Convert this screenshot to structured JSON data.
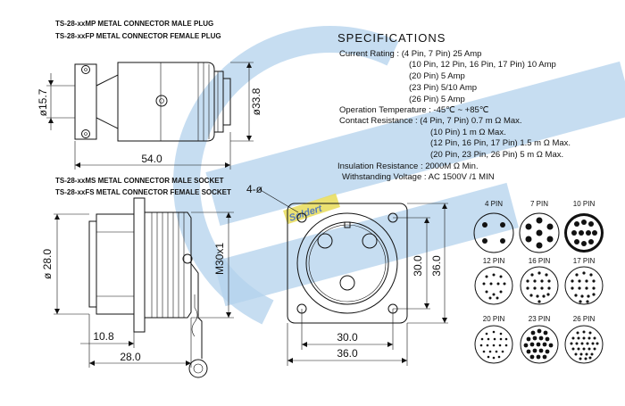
{
  "labels": {
    "male_plug": "TS-28-xxMP METAL CONNECTOR MALE PLUG",
    "female_plug": "TS-28-xxFP METAL CONNECTOR FEMALE PLUG",
    "male_socket": "TS-28-xxMS METAL CONNECTOR MALE SOCKET",
    "female_socket": "TS-28-xxFS METAL CONNECTOR FEMALE SOCKET"
  },
  "dims": {
    "plug_dia": "ø15.7",
    "plug_body": "ø33.8",
    "plug_len": "54.0",
    "socket_dia": "ø 28.0",
    "thread": "M30x1",
    "socket_short": "10.8",
    "socket_len": "28.0",
    "holes": "4-ø",
    "flange_inner_v": "30.0",
    "flange_outer_v": "36.0",
    "flange_inner_h": "30.0",
    "flange_outer_h": "36.0"
  },
  "spec": {
    "title": "SPECIFICATIONS",
    "lines": [
      "Current Rating : (4 Pin, 7 Pin) 25 Amp",
      "(10 Pin, 12 Pin, 16 Pin, 17 Pin) 10 Amp",
      "(20 Pin) 5 Amp",
      "(23 Pin) 5/10 Amp",
      "(26 Pin) 5 Amp",
      "Operation Temperature : -45℃ ~ +85℃",
      "Contact Resistance : (4 Pin, 7 Pin) 0.7 m Ω Max.",
      "(10 Pin) 1 m Ω Max.",
      "(12 Pin, 16 Pin, 17 Pin) 1.5 m Ω Max.",
      "(20 Pin, 23 Pin, 26 Pin) 5 m Ω Max.",
      "Insulation Resistance : 2000M Ω Min.",
      "Withstanding Voltage : AC 1500V /1 MIN"
    ]
  },
  "pins": [
    "4 PIN",
    "7 PIN",
    "10 PIN",
    "12 PIN",
    "16 PIN",
    "17 PIN",
    "20 PIN",
    "23 PIN",
    "26 PIN"
  ],
  "watermark": "Soldert",
  "colors": {
    "watermark_blue": "#9fc3e4",
    "watermark_yellow": "#e8dc58",
    "line": "#111111"
  }
}
